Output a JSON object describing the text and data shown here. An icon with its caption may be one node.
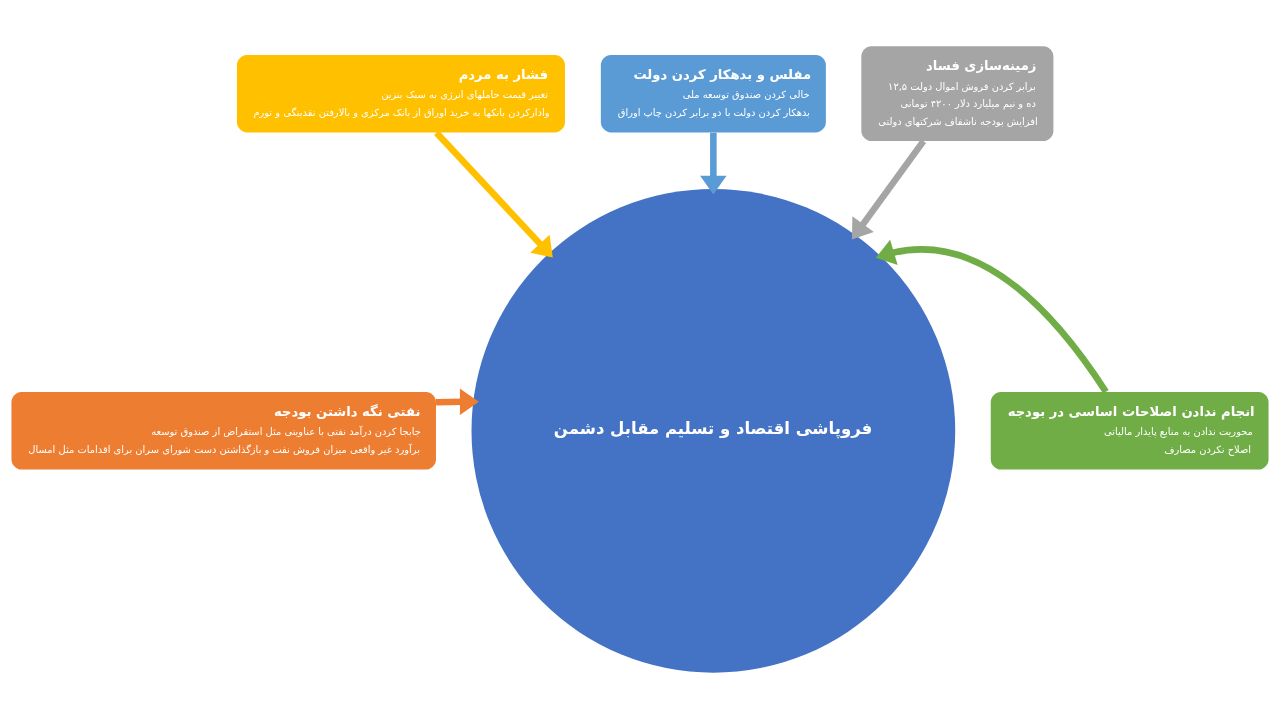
{
  "diagram": {
    "nodes": [
      {
        "text": [
          "فشار به مردم",
          "تغییر قیمت حاملهای انرژی به سبک بنزین",
          "وادارکردن بانکها به خرید اوراق از بانک مرکزی و بالارفتن نقدینگی و تورم"
        ]
      },
      {
        "text": [
          "مفلس و بدهکار کردن دولت",
          "خالی کردن صندوق توسعه ملی",
          "بدهکار کردن دولت با دو برابر کردن چاپ اوراق"
        ]
      },
      {
        "text": [
          "زمینه‌سازی فساد",
          "۱۲,۵ برابر کردن فروش اموال دولت",
          "ده و نیم میلیارد دلار ۴۲۰۰ تومانی",
          "افزایش بودجه ناشفاف شرکتهای دولتی"
        ]
      },
      {
        "text": [
          "انجام ندادن اصلاحات اساسی در بودجه",
          "محوریت ندادن به منابع پایدار مالیاتی",
          "اصلاح نکردن مصارف"
        ]
      },
      {
        "text": [
          "فروپاشی اقتصاد و تسلیم مقابل دشمن"
        ]
      },
      {
        "text": [
          "نفتی نگه داشتن بودجه",
          "جابجا کردن درآمد نفتی با عناوینی مثل استقراض از صندوق توسعه",
          "برآورد غیر واقعی میزان فروش نفت و بازگذاشتن دست شورای سران برای اقدامات مثل امسال"
        ]
      }
    ],
    "edges": [
      {
        "from": 0,
        "to": 4,
        "arrow": "to",
        "color": "#ffc000"
      },
      {
        "from": 1,
        "to": 4,
        "arrow": "to",
        "color": "#5b9bd5"
      },
      {
        "from": 2,
        "to": 4,
        "arrow": "to",
        "color": "#a5a5a5"
      },
      {
        "from": 3,
        "to": 4,
        "arrow": "to",
        "color": "#70ad47"
      },
      {
        "from": 5,
        "to": 4,
        "arrow": "to",
        "color": "#ed7d31"
      }
    ]
  }
}
